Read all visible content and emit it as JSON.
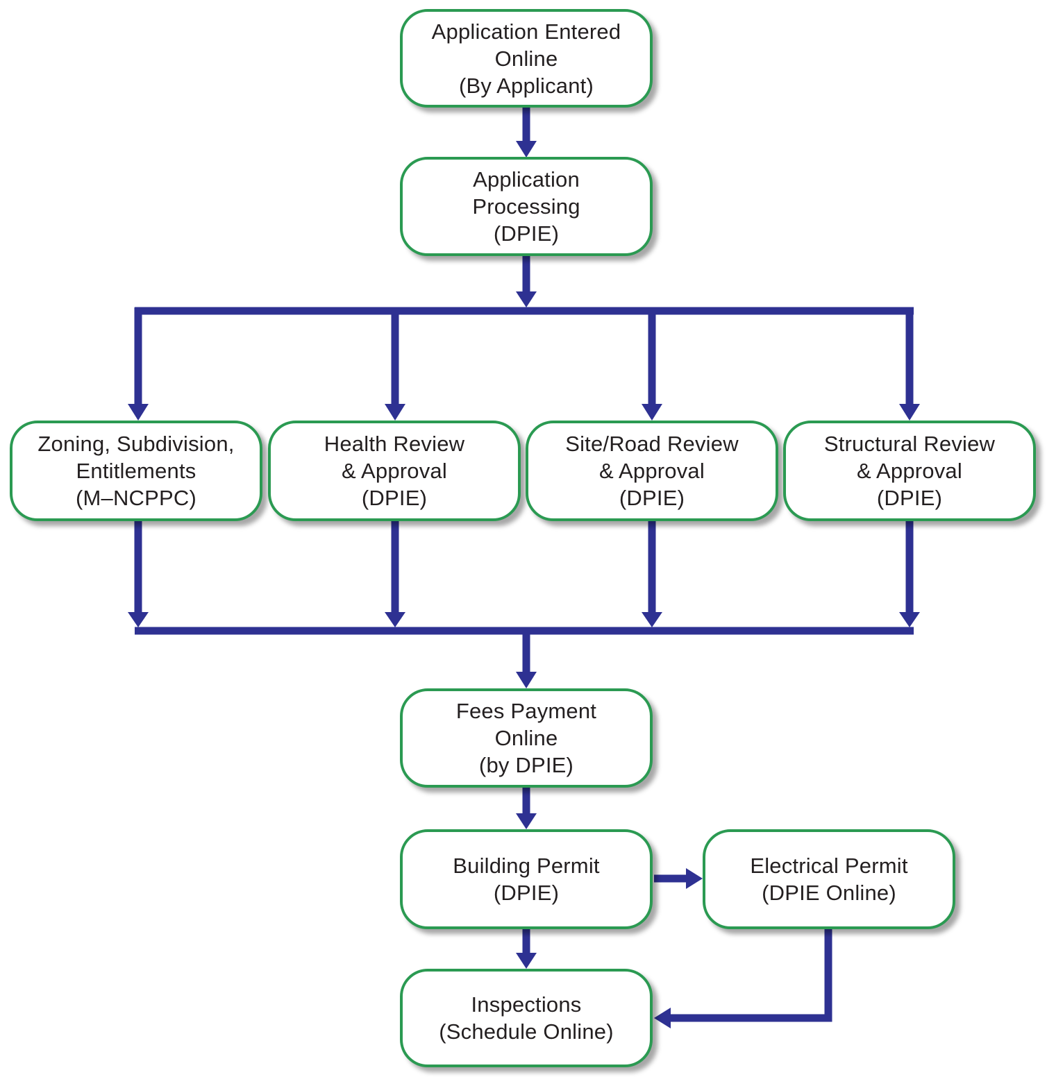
{
  "colors": {
    "box_border": "#2b9a52",
    "connector": "#2e3192",
    "text": "#231f20"
  },
  "nodes": {
    "application_entered": {
      "lines": [
        "Application Entered",
        "Online",
        "(By Applicant)"
      ]
    },
    "application_processing": {
      "lines": [
        "Application",
        "Processing",
        "(DPIE)"
      ]
    },
    "zoning": {
      "lines": [
        "Zoning, Subdivision,",
        "Entitlements",
        "(M–NCPPC)"
      ]
    },
    "health_review": {
      "lines": [
        "Health Review",
        "& Approval",
        "(DPIE)"
      ]
    },
    "site_road_review": {
      "lines": [
        "Site/Road Review",
        "& Approval",
        "(DPIE)"
      ]
    },
    "structural_review": {
      "lines": [
        "Structural Review",
        "& Approval",
        "(DPIE)"
      ]
    },
    "fees_payment": {
      "lines": [
        "Fees Payment",
        "Online",
        "(by DPIE)"
      ]
    },
    "building_permit": {
      "lines": [
        "Building Permit",
        "(DPIE)"
      ]
    },
    "electrical_permit": {
      "lines": [
        "Electrical Permit",
        "(DPIE Online)"
      ]
    },
    "inspections": {
      "lines": [
        "Inspections",
        "(Schedule Online)"
      ]
    }
  }
}
